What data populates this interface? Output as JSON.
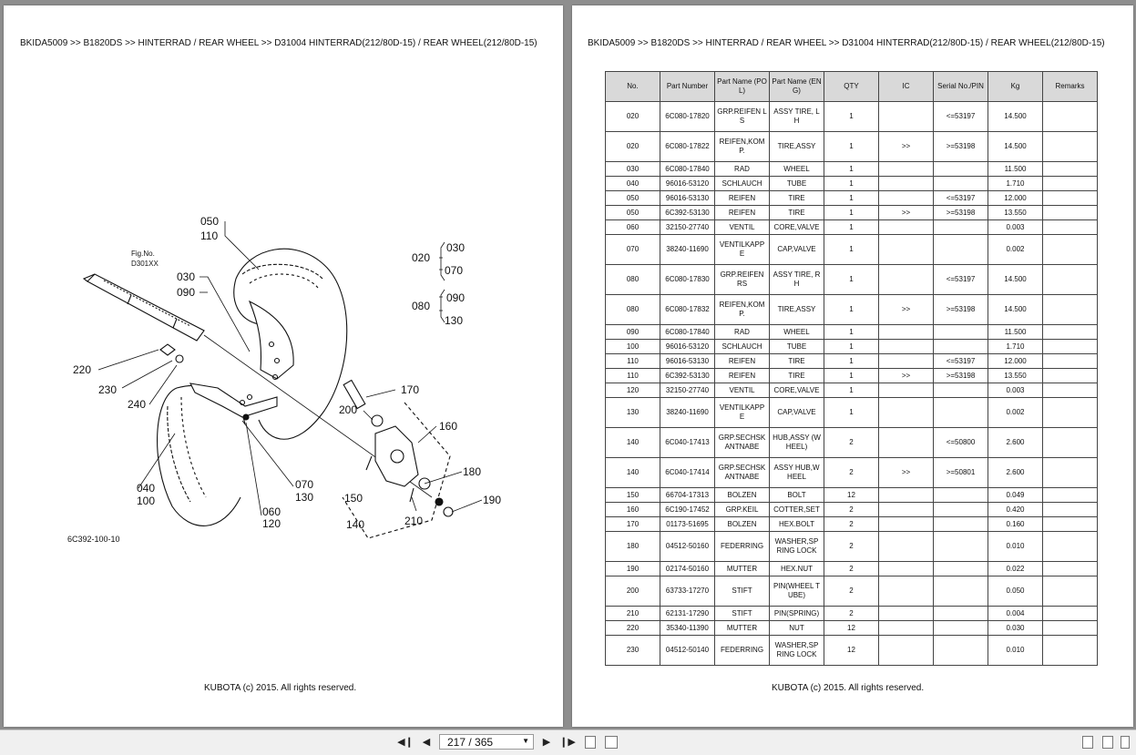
{
  "breadcrumb": "BKIDA5009 >> B1820DS >> HINTERRAD / REAR WHEEL >> D31004   HINTERRAD(212/80D-15) / REAR WHEEL(212/80D-15)",
  "footer": "KUBOTA (c) 2015. All rights reserved.",
  "figure": {
    "code": "6C392-100-10",
    "fig_ref_line1": "Fig.No.",
    "fig_ref_line2": "D301XX",
    "callouts": {
      "c050": "050",
      "c110": "110",
      "c030a": "030",
      "c090a": "090",
      "c020": "020",
      "c030b": "030",
      "c070a": "070",
      "c080": "080",
      "c090b": "090",
      "c130a": "130",
      "c220": "220",
      "c230": "230",
      "c240": "240",
      "c170": "170",
      "c200": "200",
      "c160": "160",
      "c180": "180",
      "c190": "190",
      "c040": "040",
      "c100": "100",
      "c070b": "070",
      "c130b": "130",
      "c150": "150",
      "c060": "060",
      "c120": "120",
      "c140": "140",
      "c210": "210"
    }
  },
  "table": {
    "headers": [
      "No.",
      "Part Number",
      "Part Name (POL)",
      "Part Name (ENG)",
      "QTY",
      "IC",
      "Serial No./PIN",
      "Kg",
      "Remarks"
    ],
    "rows": [
      [
        "020",
        "6C080-17820",
        "GRP.REIFEN LS",
        "ASSY TIRE, LH",
        "1",
        "",
        "<=53197",
        "14.500",
        ""
      ],
      [
        "020",
        "6C080-17822",
        "REIFEN,KOM P.",
        "TIRE,ASSY",
        "1",
        ">>",
        ">=53198",
        "14.500",
        ""
      ],
      [
        "030",
        "6C080-17840",
        "RAD",
        "WHEEL",
        "1",
        "",
        "",
        "11.500",
        ""
      ],
      [
        "040",
        "96016-53120",
        "SCHLAUCH",
        "TUBE",
        "1",
        "",
        "",
        "1.710",
        ""
      ],
      [
        "050",
        "96016-53130",
        "REIFEN",
        "TIRE",
        "1",
        "",
        "<=53197",
        "12.000",
        ""
      ],
      [
        "050",
        "6C392-53130",
        "REIFEN",
        "TIRE",
        "1",
        ">>",
        ">=53198",
        "13.550",
        ""
      ],
      [
        "060",
        "32150-27740",
        "VENTIL",
        "CORE,VALVE",
        "1",
        "",
        "",
        "0.003",
        ""
      ],
      [
        "070",
        "38240-11690",
        "VENTILKAPP E",
        "CAP,VALVE",
        "1",
        "",
        "",
        "0.002",
        ""
      ],
      [
        "080",
        "6C080-17830",
        "GRP.REIFEN RS",
        "ASSY TIRE, RH",
        "1",
        "",
        "<=53197",
        "14.500",
        ""
      ],
      [
        "080",
        "6C080-17832",
        "REIFEN,KOM P.",
        "TIRE,ASSY",
        "1",
        ">>",
        ">=53198",
        "14.500",
        ""
      ],
      [
        "090",
        "6C080-17840",
        "RAD",
        "WHEEL",
        "1",
        "",
        "",
        "11.500",
        ""
      ],
      [
        "100",
        "96016-53120",
        "SCHLAUCH",
        "TUBE",
        "1",
        "",
        "",
        "1.710",
        ""
      ],
      [
        "110",
        "96016-53130",
        "REIFEN",
        "TIRE",
        "1",
        "",
        "<=53197",
        "12.000",
        ""
      ],
      [
        "110",
        "6C392-53130",
        "REIFEN",
        "TIRE",
        "1",
        ">>",
        ">=53198",
        "13.550",
        ""
      ],
      [
        "120",
        "32150-27740",
        "VENTIL",
        "CORE,VALVE",
        "1",
        "",
        "",
        "0.003",
        ""
      ],
      [
        "130",
        "38240-11690",
        "VENTILKAPP E",
        "CAP,VALVE",
        "1",
        "",
        "",
        "0.002",
        ""
      ],
      [
        "140",
        "6C040-17413",
        "GRP.SECHSK ANTNABE",
        "HUB,ASSY (WHEEL)",
        "2",
        "",
        "<=50800",
        "2.600",
        ""
      ],
      [
        "140",
        "6C040-17414",
        "GRP.SECHSK ANTNABE",
        "ASSY HUB,WHEEL",
        "2",
        ">>",
        ">=50801",
        "2.600",
        ""
      ],
      [
        "150",
        "66704-17313",
        "BOLZEN",
        "BOLT",
        "12",
        "",
        "",
        "0.049",
        ""
      ],
      [
        "160",
        "6C190-17452",
        "GRP.KEIL",
        "COTTER,SET",
        "2",
        "",
        "",
        "0.420",
        ""
      ],
      [
        "170",
        "01173-51695",
        "BOLZEN",
        "HEX.BOLT",
        "2",
        "",
        "",
        "0.160",
        ""
      ],
      [
        "180",
        "04512-50160",
        "FEDERRING",
        "WASHER,SP RING LOCK",
        "2",
        "",
        "",
        "0.010",
        ""
      ],
      [
        "190",
        "02174-50160",
        "MUTTER",
        "HEX.NUT",
        "2",
        "",
        "",
        "0.022",
        ""
      ],
      [
        "200",
        "63733-17270",
        "STIFT",
        "PIN(WHEEL TUBE)",
        "2",
        "",
        "",
        "0.050",
        ""
      ],
      [
        "210",
        "62131-17290",
        "STIFT",
        "PIN(SPRING)",
        "2",
        "",
        "",
        "0.004",
        ""
      ],
      [
        "220",
        "35340-11390",
        "MUTTER",
        "NUT",
        "12",
        "",
        "",
        "0.030",
        ""
      ],
      [
        "230",
        "04512-50140",
        "FEDERRING",
        "WASHER,SP RING LOCK",
        "12",
        "",
        "",
        "0.010",
        ""
      ]
    ]
  },
  "toolbar": {
    "page_indicator": "217 / 365",
    "first_icon": "first-page-icon",
    "prev_icon": "prev-page-icon",
    "next_icon": "next-page-icon",
    "last_icon": "last-page-icon"
  }
}
